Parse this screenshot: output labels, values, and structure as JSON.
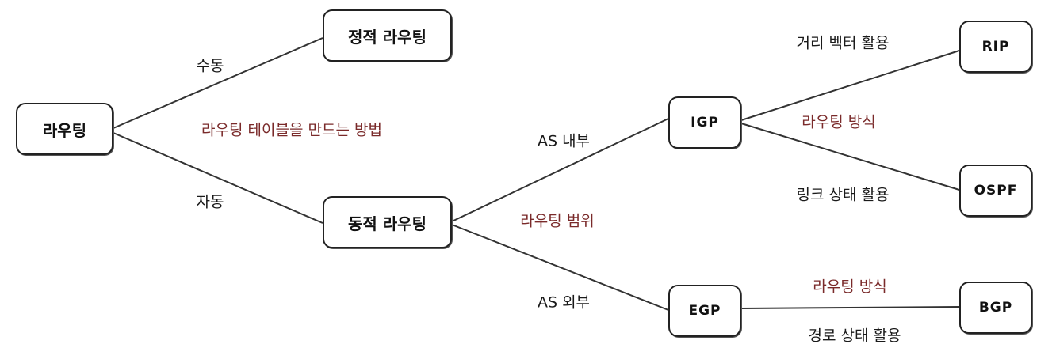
{
  "nodes": {
    "routing": "라우팅",
    "static_routing": "정적 라우팅",
    "dynamic_routing": "동적 라우팅",
    "igp": "IGP",
    "egp": "EGP",
    "rip": "RIP",
    "ospf": "OSPF",
    "bgp": "BGP"
  },
  "labels": {
    "manual": "수동",
    "automatic": "자동",
    "table_method": "라우팅 테이블을 만드는 방법",
    "as_internal": "AS 내부",
    "as_external": "AS 외부",
    "routing_scope": "라우팅 범위",
    "routing_method_igp": "라우팅 방식",
    "routing_method_egp": "라우팅 방식",
    "distance_vector": "거리 벡터 활용",
    "link_state": "링크 상태 활용",
    "path_state": "경로 상태 활용"
  },
  "colors": {
    "line": "#333333",
    "accent_text": "#7a2a2a"
  }
}
